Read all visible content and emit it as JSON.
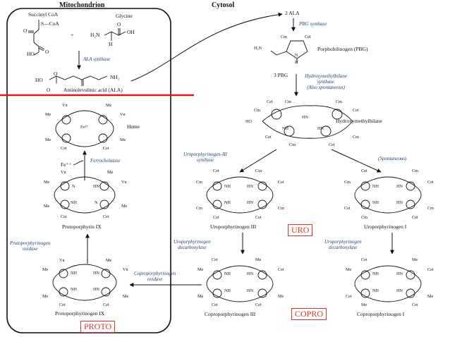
{
  "headers": {
    "mitochondrion": "Mitochondrion",
    "cytosol": "Cytosol"
  },
  "colors": {
    "divider": "#e0141c",
    "enzyme_text": "#1f3f73",
    "tag": "#d8342a",
    "ink": "#111111"
  },
  "mito": {
    "succinyl_coa": "Succinyl CoA",
    "s_coa": "S—CoA",
    "glycine": "Glycine",
    "h2n": "H₂N",
    "plus": "+",
    "oh": "OH",
    "ho": "HO",
    "h": "H",
    "o": "O",
    "nh2": "NH₂",
    "ala_synthase": "ALA synthase",
    "ala": "Aminolevulinic acid (ALA)",
    "heme": "Heme",
    "fe3": "Fe³⁺",
    "fe2": "Fe⁺⁺",
    "ferrochelatase": "Ferrochelatase",
    "protoporphyrin": "Protoporphyrin IX",
    "protoporphyrinogen_oxidase": "Protoporphyrinogen\noxidase",
    "protoporphyrinogen": "Protoporphyrinogen IX"
  },
  "cytosol": {
    "two_ala": "2 ALA",
    "pbg_synthase": "PBG synthase",
    "pbg": "Porphobilinogen (PBG)",
    "three_pbg": "3 PBG",
    "hmbs": "Hydroxymethylbilane\nsynthase\n(Also spontaneous)",
    "hmb": "Hydroxymethylbilane",
    "uro3_synthase": "Uroporphyrinogen-III\nsynthase",
    "spontaneous": "(Spontaneous)",
    "uro3": "Uroporphyrinogen III",
    "uro1": "Uroporphyrinogen I",
    "uro_decarb_left": "Uroporphyrinogen\ndecarboxylase",
    "uro_decarb_right": "Uroporphyrinogen\ndecarboxylase",
    "copro3": "Coproporphyrinogen III",
    "copro1": "Coproporphyrinogen I",
    "copro_oxidase": "Coproporphyrinogen\noxidase"
  },
  "tags": {
    "uro": "URO",
    "copro": "COPRO",
    "proto": "PROTO"
  },
  "substituents": {
    "vn": "Vn",
    "me": "Me",
    "cet": "Cet",
    "cm": "Cm",
    "nh": "NH",
    "hn": "HN",
    "n": "N",
    "h2n": "H₂N",
    "ho": "HO"
  }
}
